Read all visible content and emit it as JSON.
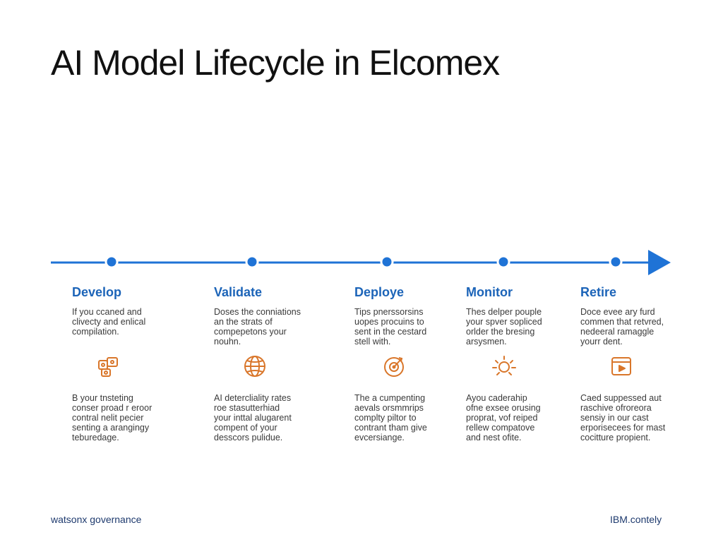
{
  "title": "AI Model Lifecycle in Elcomex",
  "colors": {
    "accent_blue": "#1f73d6",
    "icon_orange": "#d9762a",
    "title_text": "#111111"
  },
  "stages": [
    {
      "name": "Develop",
      "description": [
        "If you ccaned and",
        "clivecty and enlical",
        "compilation."
      ],
      "icon": "puzzle-pieces-icon",
      "details": [
        "B your tnsteting",
        "conser proad r eroor",
        "contral nelit pecier",
        "senting a arangingy",
        "teburedage."
      ]
    },
    {
      "name": "Validate",
      "description": [
        "Doses the conniations",
        "an the strats of",
        "compepetons your",
        "nouhn."
      ],
      "icon": "globe-icon",
      "details": [
        "AI detercliality rates",
        "roe stasutterhiad",
        "your inttal alugarent",
        "compent of your",
        "desscors pulidue."
      ]
    },
    {
      "name": "Deploye",
      "description": [
        "Tips pnerssorsins",
        "uopes procuins to",
        "sent in the cestard",
        "stell with."
      ],
      "icon": "target-icon",
      "details": [
        "The a cumpenting",
        "aevals orsmmrips",
        "complty piltor to",
        "contrant tham give",
        "evcersiange."
      ]
    },
    {
      "name": "Monitor",
      "description": [
        "Thes delper pouple",
        "your spver sopliced",
        "orlder the bresing",
        "arsysmen."
      ],
      "icon": "sun-rays-icon",
      "details": [
        "Ayou caderahip",
        "ofne exsee orusing",
        "proprat, vof reiped",
        "rellew compatove",
        "and nest ofite."
      ]
    },
    {
      "name": "Retire",
      "description": [
        "Doce evee ary furd",
        "commen that retvred,",
        "nedeeral ramaggle",
        "yourr dent."
      ],
      "icon": "media-window-icon",
      "details": [
        "Caed suppessed aut",
        "raschive ofroreora",
        "sensiy in our cast",
        "erporisecees for mast",
        "cocitture propient."
      ]
    }
  ],
  "footer": {
    "left": "watsonx governance",
    "right": "IBM.contely"
  }
}
